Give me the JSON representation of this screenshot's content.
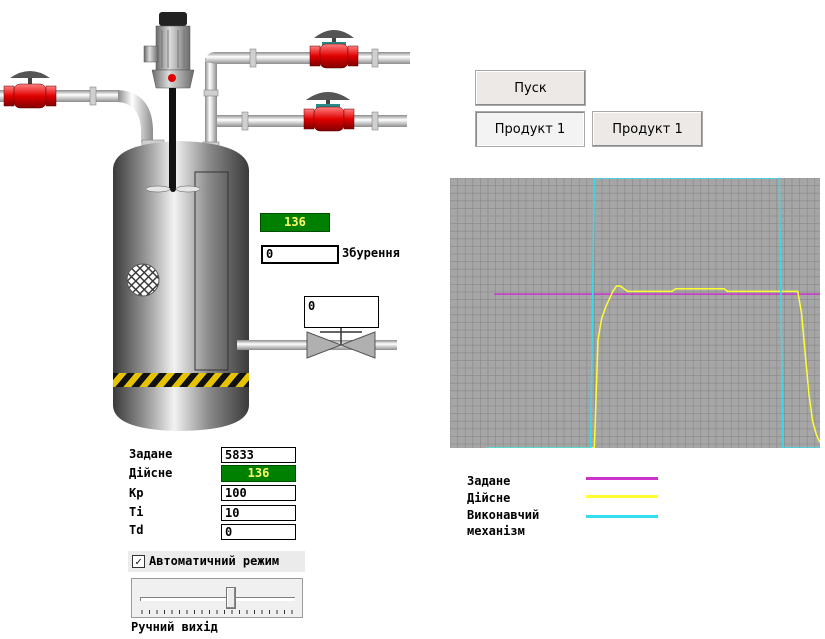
{
  "buttons": {
    "start": "Пуск",
    "product_left": "Продукт 1",
    "product_right": "Продукт 1"
  },
  "tank": {
    "top_display": "136",
    "excitation_value": "0",
    "excitation_label": "Збурення",
    "valve_value": "0"
  },
  "pid": {
    "setpoint_label": "Задане",
    "setpoint_value": "5833",
    "actual_label": "Дійсне",
    "actual_value": "136",
    "kp_label": "Кр",
    "kp_value": "100",
    "ti_label": "Ti",
    "ti_value": "10",
    "td_label": "Td",
    "td_value": "0"
  },
  "mode": {
    "checkbox_label": "Автоматичний режим",
    "checked": true,
    "slider_label": "Ручний вихід",
    "slider_level": 0.59
  },
  "colors": {
    "setpoint": "#cc33cc",
    "actual": "#ffff33",
    "actuator": "#33ddee",
    "grid_bg": "#a6a6a6",
    "grid_line": "#888888",
    "display_green": "#008000"
  },
  "chart_data": {
    "type": "line",
    "grid": true,
    "x": [
      0,
      1,
      2,
      3,
      4,
      5,
      6,
      7,
      8,
      9,
      10,
      11,
      12,
      13,
      14,
      15,
      16,
      17,
      18,
      19,
      20,
      21,
      22,
      23,
      24,
      25,
      26,
      27,
      28,
      29,
      30,
      31,
      32,
      33,
      34,
      35,
      36,
      37,
      38,
      39,
      40,
      41,
      42,
      43,
      44,
      45,
      46,
      47,
      48,
      49,
      50,
      51,
      52,
      53,
      54,
      55,
      56,
      57,
      58,
      59,
      60,
      61,
      62,
      63,
      64,
      65,
      66,
      67,
      68,
      69,
      70,
      71,
      72,
      73,
      74,
      75,
      76,
      77,
      78,
      79,
      80,
      81,
      82,
      83,
      84,
      85,
      86,
      87,
      88,
      89,
      90,
      91,
      92,
      93,
      94,
      95,
      96,
      97,
      98,
      99,
      100
    ],
    "series": [
      {
        "name": "Задане",
        "color_key": "setpoint",
        "start_index": 12,
        "values": [
          null,
          null,
          null,
          null,
          null,
          null,
          null,
          null,
          null,
          null,
          null,
          null,
          57,
          57,
          57,
          57,
          57,
          57,
          57,
          57,
          57,
          57,
          57,
          57,
          57,
          57,
          57,
          57,
          57,
          57,
          57,
          57,
          57,
          57,
          57,
          57,
          57,
          57,
          57,
          57,
          57,
          57,
          57,
          57,
          57,
          57,
          57,
          57,
          57,
          57,
          57,
          57,
          57,
          57,
          57,
          57,
          57,
          57,
          57,
          57,
          57,
          57,
          57,
          57,
          57,
          57,
          57,
          57,
          57,
          57,
          57,
          57,
          57,
          57,
          57,
          57,
          57,
          57,
          57,
          57,
          57,
          57,
          57,
          57,
          57,
          57,
          57,
          57,
          57,
          57,
          57,
          57,
          57,
          57,
          57,
          57,
          57,
          57,
          57,
          57,
          57
        ]
      },
      {
        "name": "Дійсне",
        "color_key": "actual",
        "values": [
          null,
          null,
          null,
          null,
          null,
          null,
          null,
          null,
          null,
          null,
          0,
          0,
          0,
          0,
          0,
          0,
          0,
          0,
          0,
          0,
          0,
          0,
          0,
          0,
          0,
          0,
          0,
          0,
          0,
          0,
          0,
          0,
          0,
          0,
          0,
          0,
          0,
          0,
          0,
          0,
          40,
          48,
          52,
          55,
          58,
          60,
          60,
          59,
          58,
          58,
          58,
          58,
          58,
          58,
          58,
          58,
          58,
          58,
          58,
          58,
          58,
          59,
          59,
          59,
          59,
          59,
          59,
          59,
          59,
          59,
          59,
          59,
          59,
          59,
          59,
          58,
          58,
          58,
          58,
          58,
          58,
          58,
          58,
          58,
          58,
          58,
          58,
          58,
          58,
          58,
          58,
          58,
          58,
          58,
          58,
          50,
          35,
          20,
          10,
          5,
          2
        ]
      },
      {
        "name": "Виконавчий механізм",
        "color_key": "actuator",
        "values": [
          null,
          null,
          null,
          null,
          null,
          null,
          null,
          null,
          null,
          null,
          0,
          0,
          0,
          0,
          0,
          0,
          0,
          0,
          0,
          0,
          0,
          0,
          0,
          0,
          0,
          0,
          0,
          0,
          0,
          0,
          0,
          0,
          0,
          0,
          0,
          0,
          0,
          0,
          0,
          100,
          100,
          100,
          100,
          100,
          100,
          100,
          100,
          100,
          100,
          100,
          100,
          100,
          100,
          100,
          100,
          100,
          100,
          100,
          100,
          100,
          100,
          100,
          100,
          100,
          100,
          100,
          100,
          100,
          100,
          100,
          100,
          100,
          100,
          100,
          100,
          100,
          100,
          100,
          100,
          100,
          100,
          100,
          100,
          100,
          100,
          100,
          100,
          100,
          100,
          100,
          0,
          0,
          0,
          0,
          0,
          0,
          0,
          0,
          0,
          0,
          0
        ]
      }
    ],
    "ylim": [
      0,
      100
    ],
    "xlim": [
      0,
      100
    ],
    "legend": [
      "Задане",
      "Дійсне",
      "Виконавчий механізм"
    ]
  }
}
